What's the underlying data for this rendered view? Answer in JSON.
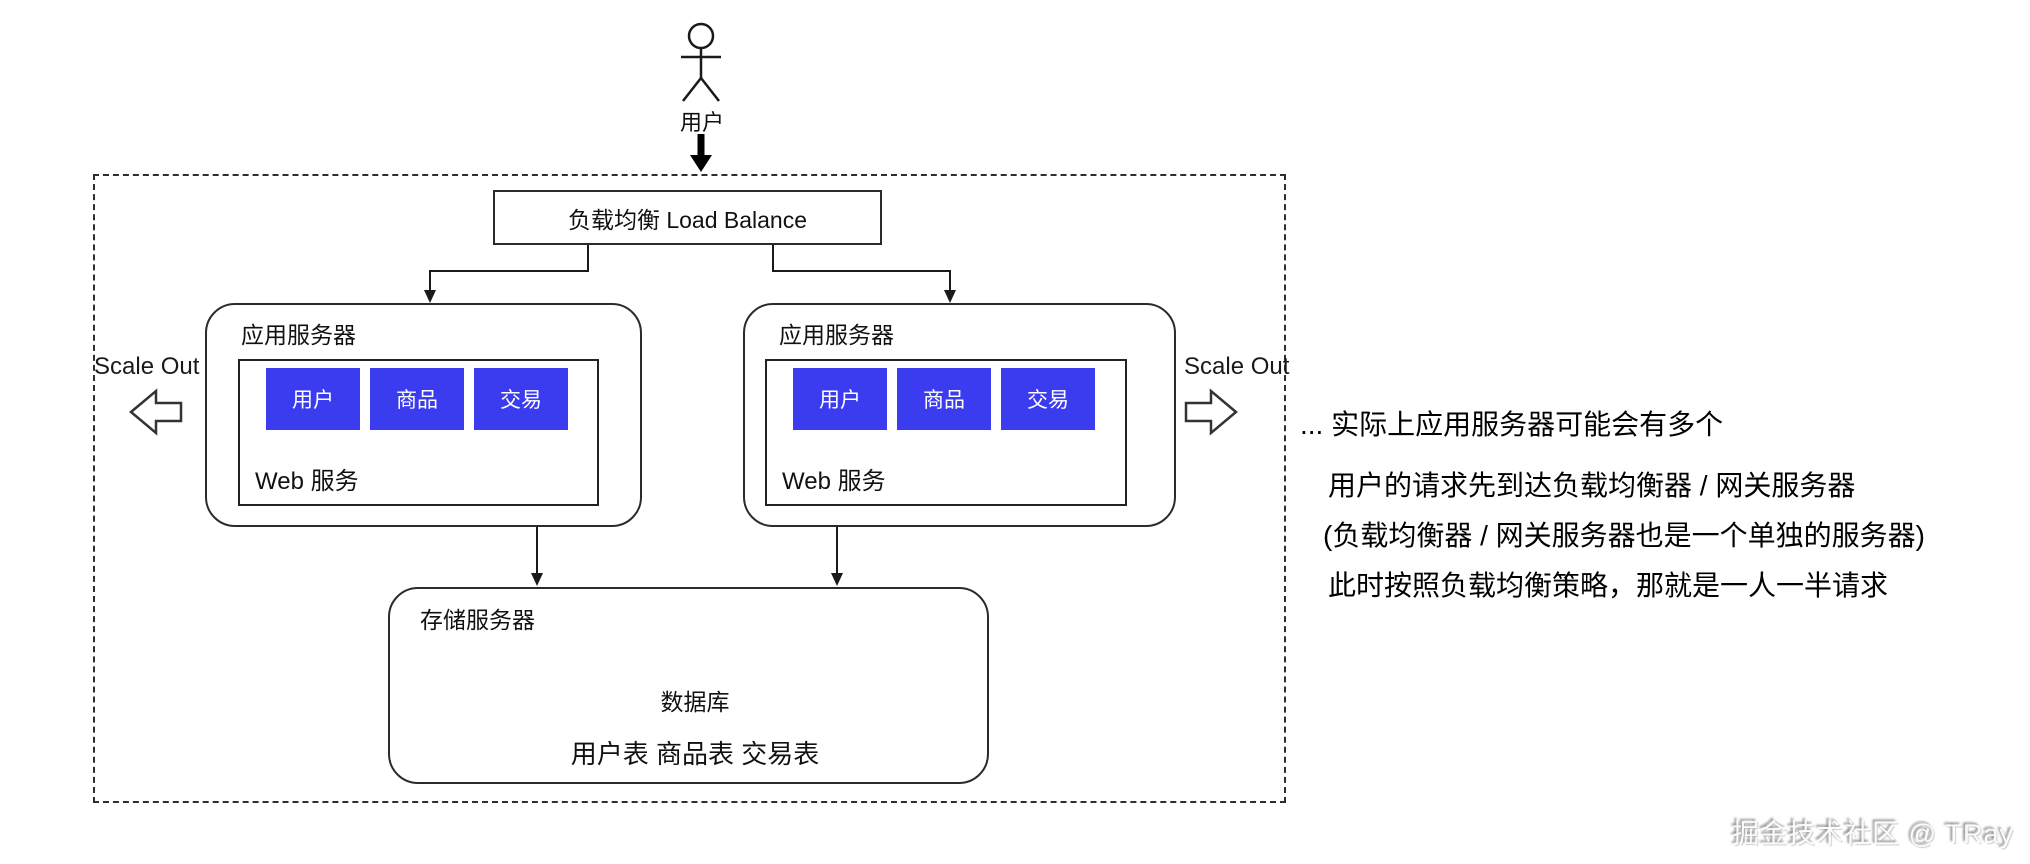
{
  "diagram": {
    "actor_label": "用户",
    "load_balancer_label": "负载均衡 Load Balance",
    "scale_out_left": "Scale Out",
    "scale_out_right": "Scale Out",
    "app_servers": [
      {
        "title": "应用服务器",
        "web_label": "Web 服务",
        "modules": [
          "用户",
          "商品",
          "交易"
        ]
      },
      {
        "title": "应用服务器",
        "web_label": "Web 服务",
        "modules": [
          "用户",
          "商品",
          "交易"
        ]
      }
    ],
    "storage": {
      "title": "存储服务器",
      "database_label": "数据库",
      "tables_label": "用户表 商品表 交易表"
    },
    "colors": {
      "module_blue": "#3b3bef",
      "line_color": "#1a1a1a"
    }
  },
  "notes": {
    "line1": "... 实际上应用服务器可能会有多个",
    "line2": "用户的请求先到达负载均衡器 / 网关服务器",
    "line3": "(负载均衡器 / 网关服务器也是一个单独的服务器)",
    "line4": "此时按照负载均衡策略，那就是一人一半请求"
  },
  "watermark": {
    "text": "掘金技术社区 @ TRay"
  }
}
